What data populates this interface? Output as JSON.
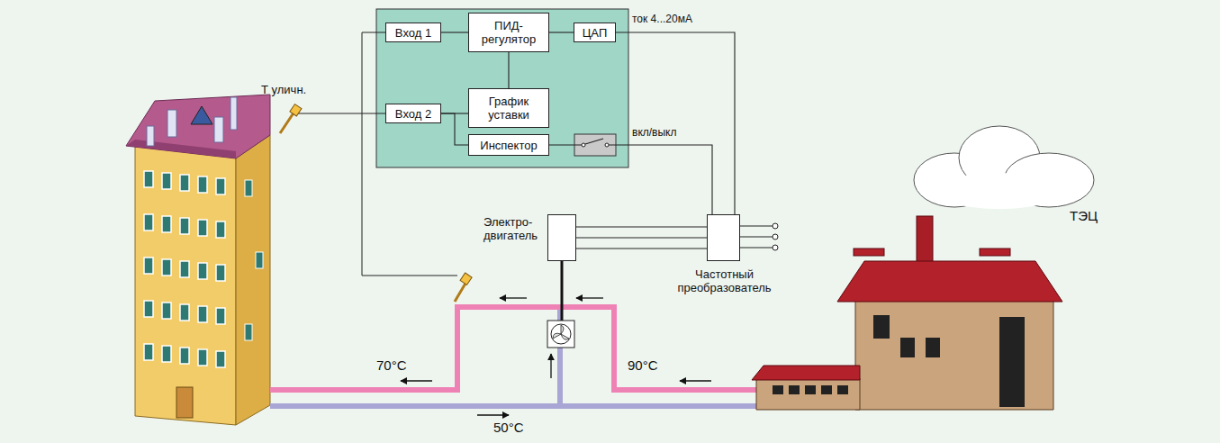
{
  "diagram": {
    "nodes": [
      {
        "text": [
          "Вход 1"
        ]
      },
      {
        "text": [
          "ПИД- регулятор"
        ]
      },
      {
        "text": [
          "ЦАП"
        ]
      },
      {
        "text": [
          "Вход 2"
        ]
      },
      {
        "text": [
          "График уставки"
        ]
      },
      {
        "text": [
          "Инспектор"
        ]
      },
      {
        "text": [
          "Электро- двигатель"
        ]
      },
      {
        "text": [
          "Частотный преобразователь"
        ]
      }
    ],
    "edges": [
      {
        "from": 0,
        "to": 1,
        "arrow": "none"
      },
      {
        "from": 1,
        "to": 2,
        "arrow": "none"
      },
      {
        "from": 1,
        "to": 4,
        "arrow": "none"
      },
      {
        "from": 3,
        "to": 4,
        "arrow": "none"
      },
      {
        "from": 3,
        "to": 5,
        "arrow": "none"
      },
      {
        "from": 2,
        "to": 7,
        "label": "ток 4...20мА",
        "arrow": "none"
      },
      {
        "from": 5,
        "to": 7,
        "label": "вкл/выкл",
        "arrow": "none"
      },
      {
        "from": 7,
        "to": 6,
        "arrow": "none"
      }
    ],
    "labels": [
      "Т уличн.",
      "70°C",
      "90°C",
      "50°C",
      "ТЭЦ"
    ]
  }
}
